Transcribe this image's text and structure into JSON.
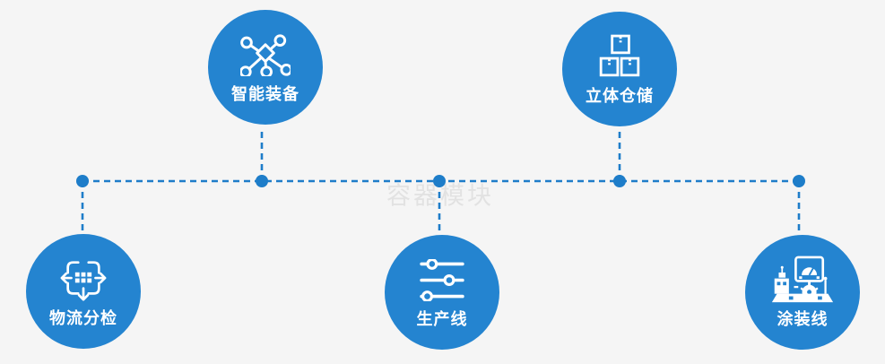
{
  "diagram": {
    "watermark": "容器模块",
    "modules": [
      {
        "label": "智能装备",
        "icon": "network-nodes-icon"
      },
      {
        "label": "立体仓储",
        "icon": "stacked-boxes-icon"
      },
      {
        "label": "物流分检",
        "icon": "move-arrows-icon"
      },
      {
        "label": "生产线",
        "icon": "sliders-icon"
      },
      {
        "label": "涂装线",
        "icon": "machine-console-icon"
      }
    ],
    "colors": {
      "node_fill": "#2484d0",
      "connector_line": "#1e7dc9",
      "background": "#f5f5f5",
      "icon_and_label": "#ffffff",
      "watermark": "#e2e2e2"
    }
  }
}
